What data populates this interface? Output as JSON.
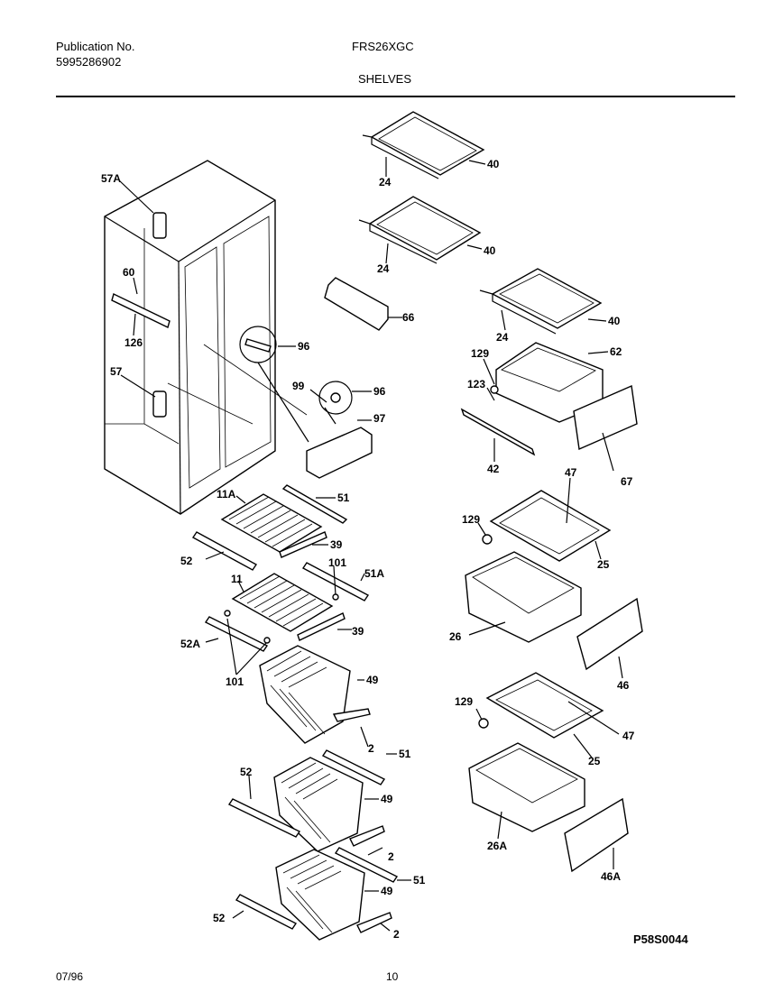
{
  "header": {
    "publication_label": "Publication No.",
    "publication_number": "5995286902",
    "model": "FRS26XGC",
    "section": "SHELVES"
  },
  "footer": {
    "date": "07/96",
    "page": "10",
    "code": "P58S0044"
  },
  "labels": {
    "l57a": "57A",
    "l60": "60",
    "l126": "126",
    "l57": "57",
    "l96a": "96",
    "l99": "99",
    "l96b": "96",
    "l97": "97",
    "l66": "66",
    "l24a": "24",
    "l40a": "40",
    "l24b": "24",
    "l40b": "40",
    "l24c": "24",
    "l40c": "40",
    "l129a": "129",
    "l62": "62",
    "l123": "123",
    "l42": "42",
    "l67": "67",
    "l11a": "11A",
    "l51a": "51",
    "l52a": "52",
    "l39a": "39",
    "l101a": "101",
    "l51A": "51A",
    "l11": "11",
    "l39b": "39",
    "l52A": "52A",
    "l101b": "101",
    "l49a": "49",
    "l2a": "2",
    "l51b": "51",
    "l52b": "52",
    "l49b": "49",
    "l2b": "2",
    "l51c": "51",
    "l49c": "49",
    "l52c": "52",
    "l2c": "2",
    "l129b": "129",
    "l47a": "47",
    "l25a": "25",
    "l26": "26",
    "l46": "46",
    "l129c": "129",
    "l47b": "47",
    "l25b": "25",
    "l26A": "26A",
    "l46A": "46A"
  }
}
